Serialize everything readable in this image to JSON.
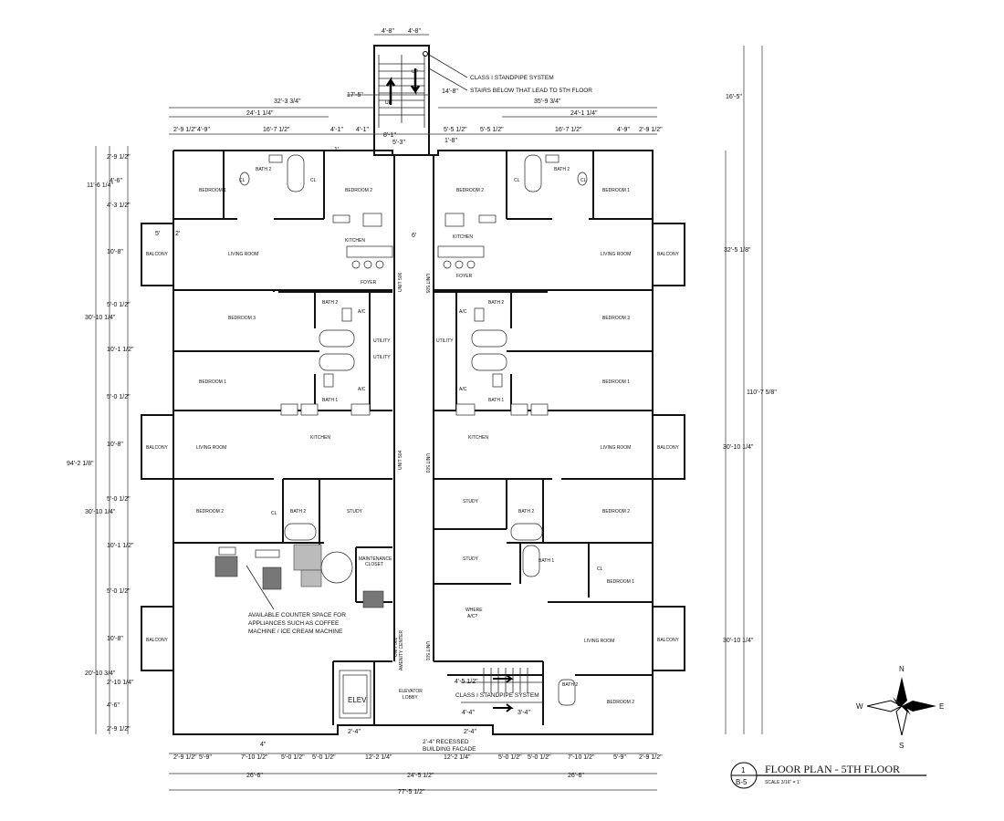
{
  "notes": {
    "standpipe_top": "CLASS I STANDPIPE SYSTEM",
    "stairs_below": "STAIRS BELOW THAT LEAD TO 5TH FLOOR",
    "standpipe_bottom": "CLASS I STANDPIPE SYSTEM",
    "counter": [
      "AVAILABLE COUNTER SPACE FOR",
      "APPLIANCES SUCH AS COFFEE",
      "MACHINE / ICE CREAM MACHINE"
    ],
    "recessed": [
      "2'-4\" RECESSED",
      "BUILDING FACADE"
    ],
    "up": "UP",
    "where_ac": [
      "WHERE",
      "A/C?"
    ]
  },
  "title_block": {
    "number": "1",
    "sheet": "B-5",
    "title": "FLOOR PLAN - 5TH FLOOR",
    "scale": "SCALE 3/16\" = 1'"
  },
  "compass": {
    "n": "N",
    "s": "S",
    "e": "E",
    "w": "W"
  },
  "rooms": {
    "bedroom1": "BEDROOM 1",
    "bedroom2": "BEDROOM 2",
    "bedroom3": "BEDROOM 3",
    "bath1": "BATH 1",
    "bath2": "BATH 2",
    "living": "LIVING ROOM",
    "balcony": "BALCONY",
    "kitchen": "KITCHEN",
    "foyer": "FOYER",
    "utility": "UTILITY",
    "ac": "A/C",
    "cl": "CL",
    "study": "STUDY",
    "maintenance": [
      "MAINTENANCE",
      "CLOSET"
    ],
    "elev": "ELEV.",
    "elevator_lobby": [
      "ELEVATOR",
      "LOBBY"
    ],
    "unit_506": "UNIT 506",
    "unit_505": "UNIT 505",
    "unit_504": "UNIT 504",
    "unit_503": "UNIT 503",
    "unit_502": "UNIT 502",
    "unit_501": "UNIT 501",
    "amenity": "AMENITY CENTER"
  },
  "dimensions": {
    "top": [
      "4'-8\"",
      "4'-8\"",
      "17'-5\"",
      "32'-3 3/4\"",
      "24'-1 1/4\"",
      "35'-9 3/4\"",
      "24'-1 1/4\"",
      "14'-8\"",
      "8'-1\"",
      "5'-3\"",
      "1'-8\"",
      "16'-5\""
    ],
    "top_row": [
      "2'-9 1/2\"",
      "4'-9\"",
      "16'-7 1/2\"",
      "4'-1\"",
      "4'-1\"",
      "5'-5 1/2\"",
      "5'-5 1/2\"",
      "16'-7 1/2\"",
      "4'-9\"",
      "2'-9 1/2\""
    ],
    "left": [
      "2'-9 1/2\"",
      "11'-6 1/4\"",
      "4'-6\"",
      "4'-3 1/2\"",
      "10'-8\"",
      "5'-0 1/2\"",
      "30'-10 1/4\"",
      "10'-1 1/2\"",
      "5'-0 1/2\"",
      "10'-8\"",
      "94'-2 1/8\"",
      "5'-0 1/2\"",
      "30'-10 1/4\"",
      "10'-1 1/2\"",
      "5'-0 1/2\"",
      "10'-8\"",
      "20'-10 3/4\"",
      "2'-10 1/4\"",
      "4'-6\"",
      "2'-9 1/2\""
    ],
    "right": [
      "32'-5 1/8\"",
      "110'-7 5/8\"",
      "30'-10 1/4\"",
      "30'-10 1/4\""
    ],
    "bottom_row": [
      "2'-9 1/2\"",
      "5'-9\"",
      "7'-10 1/2\"",
      "5'-0 1/2\"",
      "5'-0 1/2\"",
      "12'-2 1/4\"",
      "12'-2 1/4\"",
      "5'-0 1/2\"",
      "5'-0 1/2\"",
      "7'-10 1/2\"",
      "5'-9\"",
      "2'-9 1/2\""
    ],
    "bottom_total": [
      "26'-6\"",
      "24'-5 1/2\"",
      "26'-6\"",
      "77'-5 1/2\""
    ],
    "misc": [
      "6'",
      "5'",
      "2'",
      "1'",
      "4\"",
      "2'-4\"",
      "2'-4\"",
      "4'-5 1/2\"",
      "4'-4\"",
      "3'-4\""
    ]
  },
  "colors": {
    "line": "#111111",
    "fill_gray": "#777777",
    "hatch": "#bbbbbb"
  }
}
